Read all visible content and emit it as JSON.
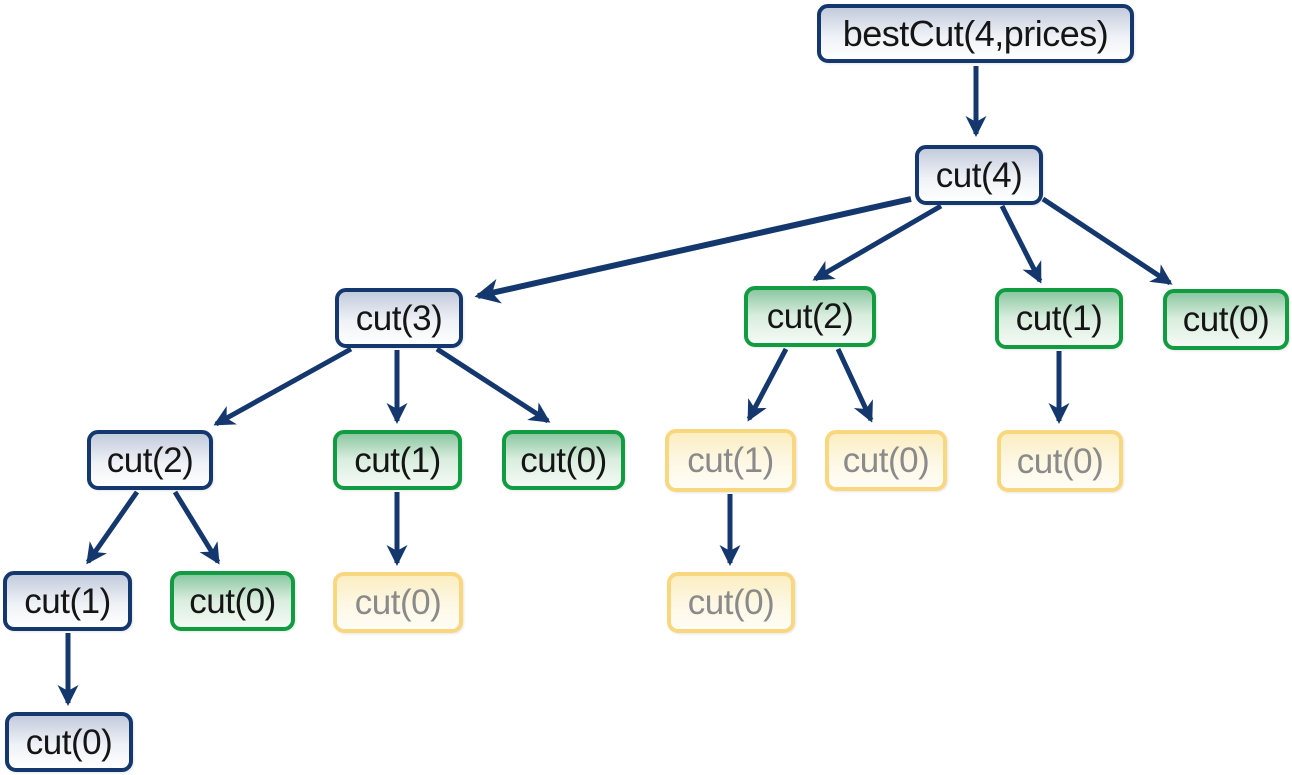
{
  "diagram_type": "recursion-tree",
  "colors": {
    "arrow": "#14386e",
    "blue_node_border": "#14386e",
    "blue_node_fill_top": "#c3cbdc",
    "green_node_border": "#119c42",
    "green_node_fill_top": "#8cc7a2",
    "yellow_node_border": "#f8d77e",
    "yellow_node_fill_top": "#fceec2",
    "node_text": "#151515",
    "muted_node_text": "#8a8a8a",
    "background": "#ffffff"
  },
  "nodes": [
    {
      "id": "bestcut-4",
      "label": "bestCut(4,prices)",
      "state": "blue",
      "depth": 0
    },
    {
      "id": "cut-4",
      "label": "cut(4)",
      "state": "blue",
      "depth": 1
    },
    {
      "id": "cut-3",
      "label": "cut(3)",
      "state": "blue",
      "depth": 2
    },
    {
      "id": "cut-2-under-4",
      "label": "cut(2)",
      "state": "green",
      "depth": 2
    },
    {
      "id": "cut-1-under-4",
      "label": "cut(1)",
      "state": "green",
      "depth": 2
    },
    {
      "id": "cut-0-under-4",
      "label": "cut(0)",
      "state": "green",
      "depth": 2
    },
    {
      "id": "cut-2-under-3",
      "label": "cut(2)",
      "state": "blue",
      "depth": 3
    },
    {
      "id": "cut-1-under-3",
      "label": "cut(1)",
      "state": "green",
      "depth": 3
    },
    {
      "id": "cut-0-under-3",
      "label": "cut(0)",
      "state": "green",
      "depth": 3
    },
    {
      "id": "cut-1-under-2g",
      "label": "cut(1)",
      "state": "yellow",
      "depth": 3
    },
    {
      "id": "cut-0-under-2g",
      "label": "cut(0)",
      "state": "yellow",
      "depth": 3
    },
    {
      "id": "cut-0-under-1g4",
      "label": "cut(0)",
      "state": "yellow",
      "depth": 3
    },
    {
      "id": "cut-1-under-2b",
      "label": "cut(1)",
      "state": "blue",
      "depth": 4
    },
    {
      "id": "cut-0-under-2b",
      "label": "cut(0)",
      "state": "green",
      "depth": 4
    },
    {
      "id": "cut-0-under-1g3",
      "label": "cut(0)",
      "state": "yellow",
      "depth": 4
    },
    {
      "id": "cut-0-under-1y",
      "label": "cut(0)",
      "state": "yellow",
      "depth": 4
    },
    {
      "id": "cut-0-under-1b",
      "label": "cut(0)",
      "state": "blue",
      "depth": 5
    }
  ],
  "edges": [
    {
      "from": "bestcut-4",
      "to": "cut-4"
    },
    {
      "from": "cut-4",
      "to": "cut-3"
    },
    {
      "from": "cut-4",
      "to": "cut-2-under-4"
    },
    {
      "from": "cut-4",
      "to": "cut-1-under-4"
    },
    {
      "from": "cut-4",
      "to": "cut-0-under-4"
    },
    {
      "from": "cut-3",
      "to": "cut-2-under-3"
    },
    {
      "from": "cut-3",
      "to": "cut-1-under-3"
    },
    {
      "from": "cut-3",
      "to": "cut-0-under-3"
    },
    {
      "from": "cut-2-under-4",
      "to": "cut-1-under-2g"
    },
    {
      "from": "cut-2-under-4",
      "to": "cut-0-under-2g"
    },
    {
      "from": "cut-1-under-4",
      "to": "cut-0-under-1g4"
    },
    {
      "from": "cut-2-under-3",
      "to": "cut-1-under-2b"
    },
    {
      "from": "cut-2-under-3",
      "to": "cut-0-under-2b"
    },
    {
      "from": "cut-1-under-3",
      "to": "cut-0-under-1g3"
    },
    {
      "from": "cut-1-under-2g",
      "to": "cut-0-under-1y"
    },
    {
      "from": "cut-1-under-2b",
      "to": "cut-0-under-1b"
    }
  ]
}
